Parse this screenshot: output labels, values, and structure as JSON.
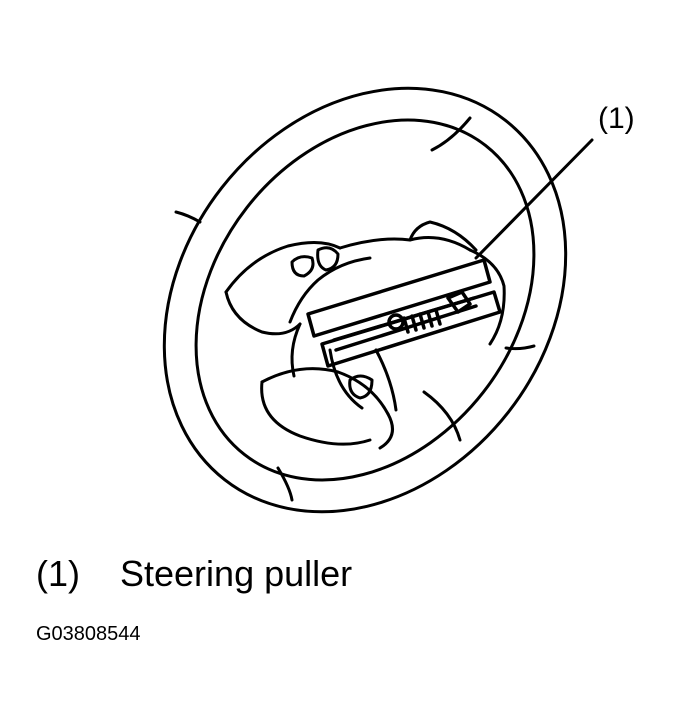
{
  "callout": {
    "label": "(1)"
  },
  "legend": {
    "items": [
      {
        "number": "(1)",
        "text": "Steering puller"
      }
    ]
  },
  "figure": {
    "id": "G03808544"
  },
  "colors": {
    "ink": "#000000",
    "paper": "#ffffff"
  }
}
